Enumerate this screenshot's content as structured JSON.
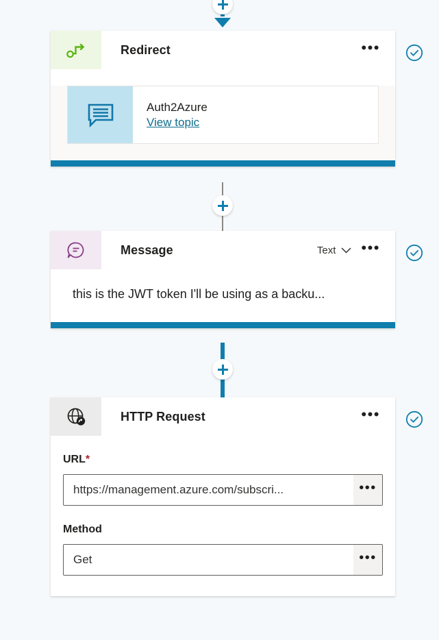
{
  "canvas": {
    "background_color": "#f6f9fb",
    "accent_color": "#0f7ead",
    "add_node_label": "+"
  },
  "nodes": [
    {
      "id": "redirect",
      "title": "Redirect",
      "icon": "redirect-icon",
      "icon_color": "#5ab511",
      "icon_bg": "#eef7e3",
      "status": "valid",
      "overflow_label": "•••",
      "topic_ref": {
        "name": "Auth2Azure",
        "link_label": "View topic",
        "icon": "topic-message-icon"
      }
    },
    {
      "id": "message",
      "title": "Message",
      "icon": "message-icon",
      "icon_color": "#8a3d8a",
      "icon_bg": "#f2e9f2",
      "status": "valid",
      "overflow_label": "•••",
      "type_selector": {
        "value": "Text",
        "chevron": "chevron-down-icon"
      },
      "body_text": "this is the JWT token I'll be using as a backu..."
    },
    {
      "id": "http-request",
      "title": "HTTP Request",
      "icon": "http-globe-icon",
      "icon_color": "#201f1e",
      "icon_bg": "#ebebeb",
      "status": "valid",
      "overflow_label": "•••",
      "fields": [
        {
          "label": "URL",
          "required": true,
          "required_marker": "*",
          "value": "https://management.azure.com/subscri...",
          "more_label": "•••"
        },
        {
          "label": "Method",
          "required": false,
          "required_marker": "",
          "value": "Get",
          "more_label": "•••"
        }
      ]
    }
  ]
}
